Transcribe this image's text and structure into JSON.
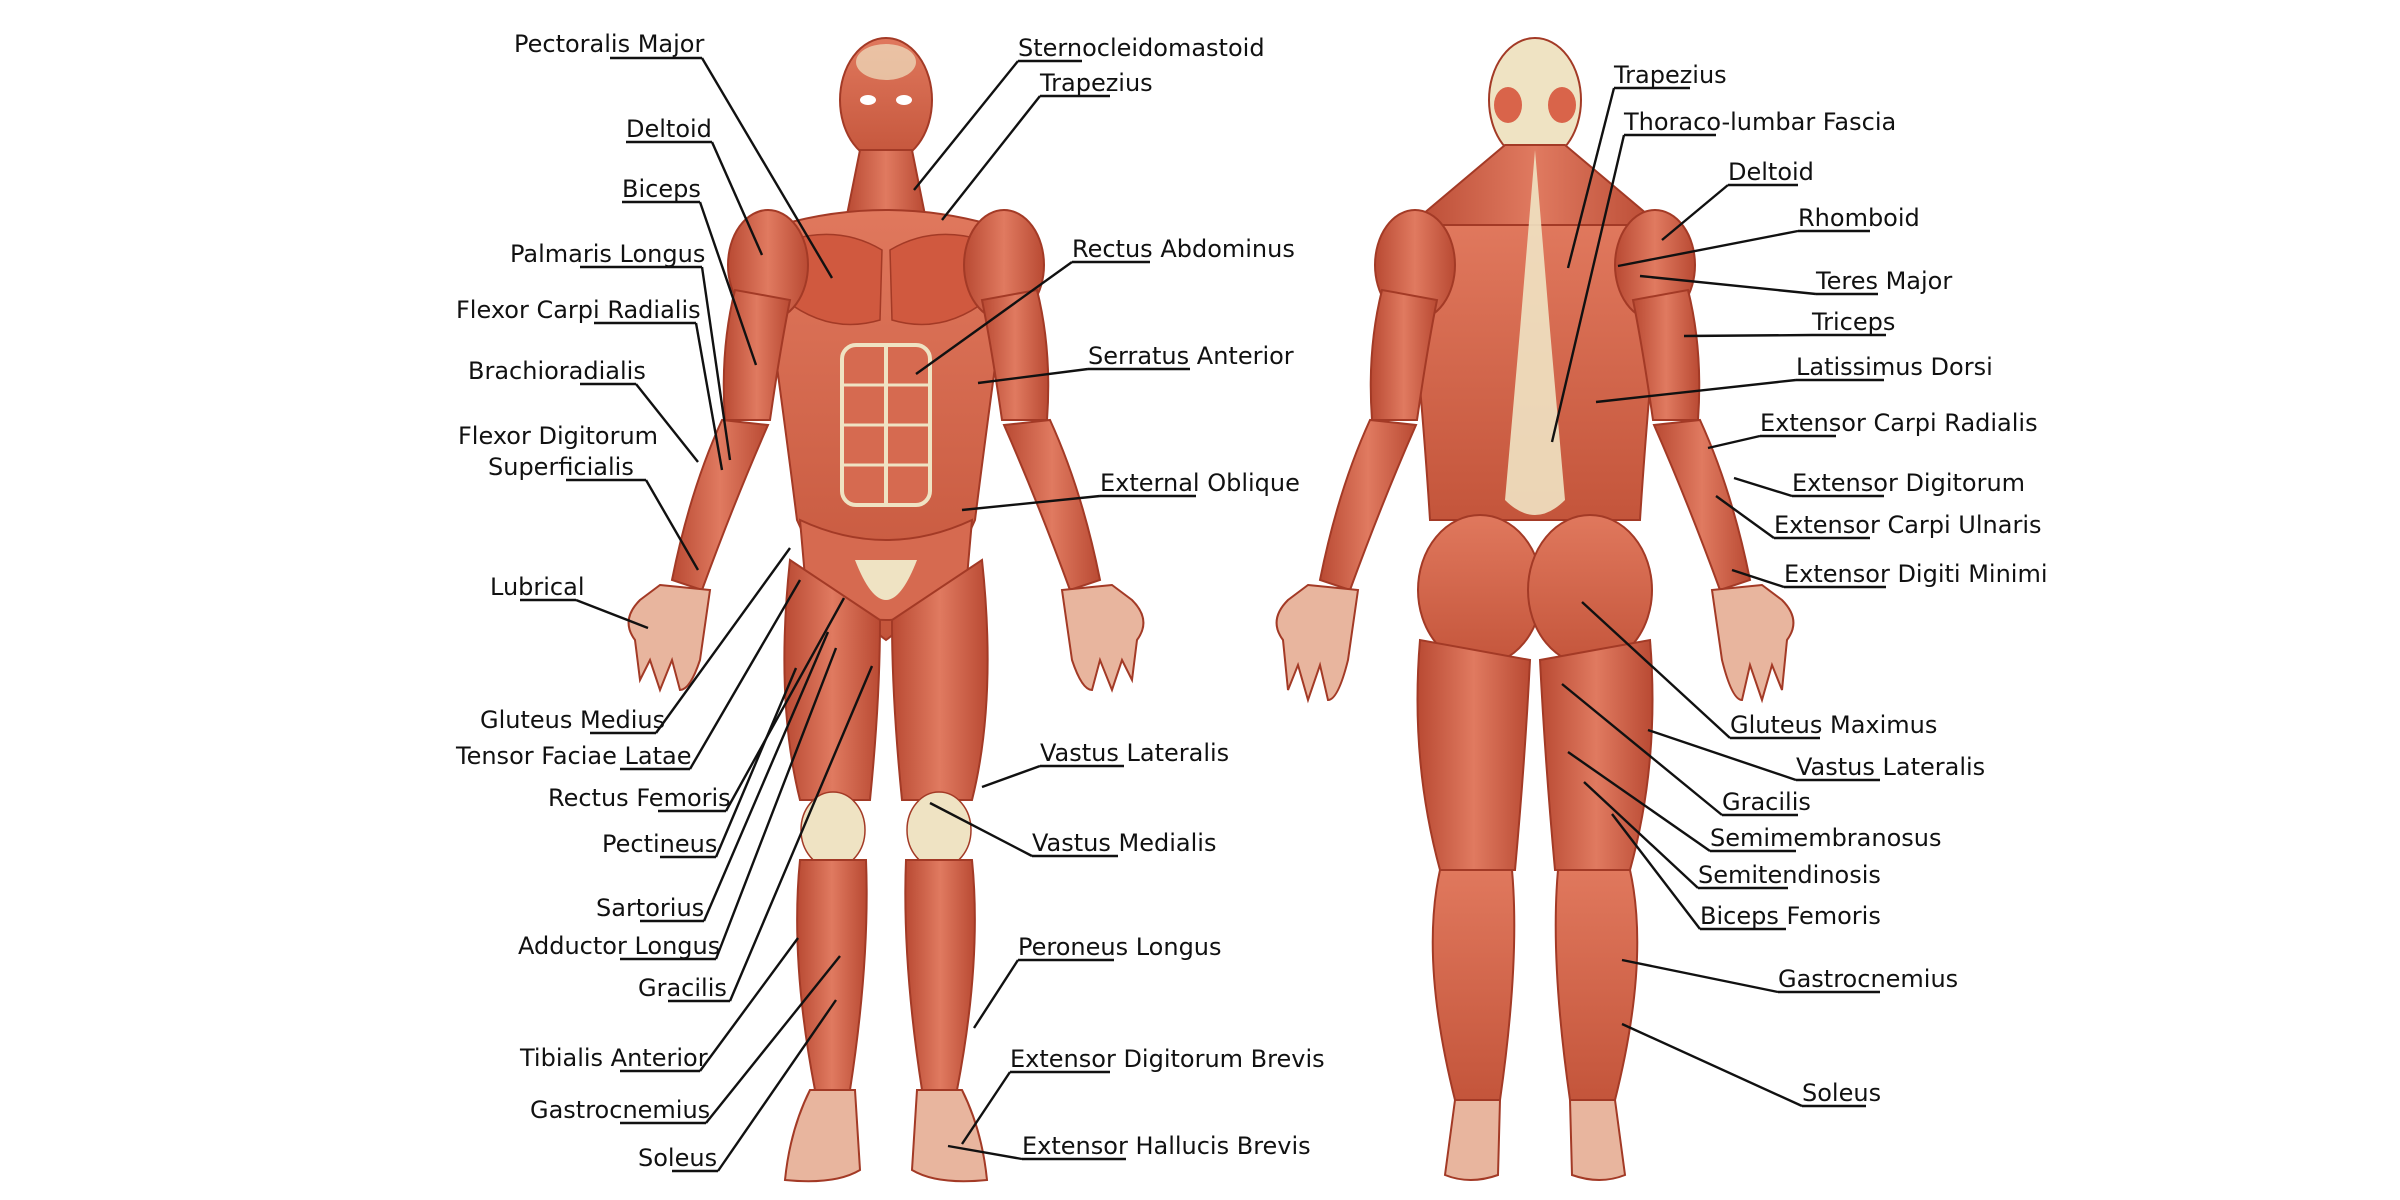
{
  "front_labels": {
    "pectoralis_major": "Pectoralis Major",
    "deltoid": "Deltoid",
    "biceps": "Biceps",
    "palmaris_longus": "Palmaris Longus",
    "flexor_carpi_radialis": "Flexor Carpi Radialis",
    "brachioradialis": "Brachioradialis",
    "flexor_digitorum_1": "Flexor Digitorum",
    "flexor_digitorum_2": "Superficialis",
    "lubrical": "Lubrical",
    "gluteus_medius": "Gluteus Medius",
    "tensor_faciae_latae": "Tensor Faciae Latae",
    "rectus_femoris": "Rectus Femoris",
    "pectineus": "Pectineus",
    "sartorius": "Sartorius",
    "adductor_longus": "Adductor Longus",
    "gracilis": "Gracilis",
    "tibialis_anterior": "Tibialis Anterior",
    "gastrocnemius": "Gastrocnemius",
    "soleus": "Soleus",
    "sternocleidomastoid": "Sternocleidomastoid",
    "trapezius": "Trapezius",
    "rectus_abdominus": "Rectus Abdominus",
    "serratus_anterior": "Serratus Anterior",
    "external_oblique": "External Oblique",
    "vastus_lateralis": "Vastus Lateralis",
    "vastus_medialis": "Vastus Medialis",
    "peroneus_longus": "Peroneus Longus",
    "extensor_digitorum_brevis": "Extensor Digitorum Brevis",
    "extensor_hallucis_brevis": "Extensor Hallucis Brevis"
  },
  "back_labels": {
    "trapezius": "Trapezius",
    "thoraco_lumbar_fascia": "Thoraco-lumbar Fascia",
    "deltoid": "Deltoid",
    "rhomboid": "Rhomboid",
    "teres_major": "Teres Major",
    "triceps": "Triceps",
    "latissimus_dorsi": "Latissimus Dorsi",
    "extensor_carpi_radialis": "Extensor Carpi Radialis",
    "extensor_digitorum": "Extensor Digitorum",
    "extensor_carpi_ulnaris": "Extensor Carpi Ulnaris",
    "extensor_digiti_minimi": "Extensor Digiti Minimi",
    "gluteus_maximus": "Gluteus Maximus",
    "vastus_lateralis": "Vastus Lateralis",
    "gracilis": "Gracilis",
    "semimembranosus": "Semimembranosus",
    "semitendinosis": "Semitendinosis",
    "biceps_femoris": "Biceps Femoris",
    "gastrocnemius": "Gastrocnemius",
    "soleus": "Soleus"
  },
  "colors": {
    "muscle": "#d9644a",
    "muscle_dark": "#b8462f",
    "tendon": "#efe3c3",
    "skin_outline": "#a33a26"
  }
}
